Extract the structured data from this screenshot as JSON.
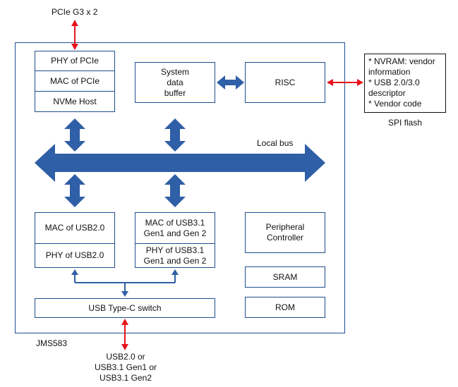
{
  "top_interface": "PCIe G3 x 2",
  "chip_name": "JMS583",
  "bottom_interface": "USB2.0 or\nUSB3.1 Gen1 or\nUSB3.1 Gen2",
  "spi_flash_label": "SPI flash",
  "spi_flash_contents": "* NVRAM: vendor\ninformation\n* USB 2.0/3.0\ndescriptor\n* Vendor code",
  "local_bus_label": "Local bus",
  "blocks": {
    "phy_pcie": "PHY of PCIe",
    "mac_pcie": "MAC of PCIe",
    "nvme_host": "NVMe Host",
    "system_data_buffer": "System\ndata\nbuffer",
    "risc": "RISC",
    "mac_usb2": "MAC of USB2.0",
    "phy_usb2": "PHY of USB2.0",
    "mac_usb31": "MAC of USB3.1\nGen1 and Gen 2",
    "phy_usb31": "PHY of USB3.1\nGen1 and Gen 2",
    "peripheral_controller": "Peripheral\nController",
    "sram": "SRAM",
    "rom": "ROM",
    "usb_typec_switch": "USB Type-C switch"
  },
  "colors": {
    "block_border": "#1f4e8c",
    "bus_arrow": "#2f5fa6",
    "external_arrow": "#e8141c"
  }
}
